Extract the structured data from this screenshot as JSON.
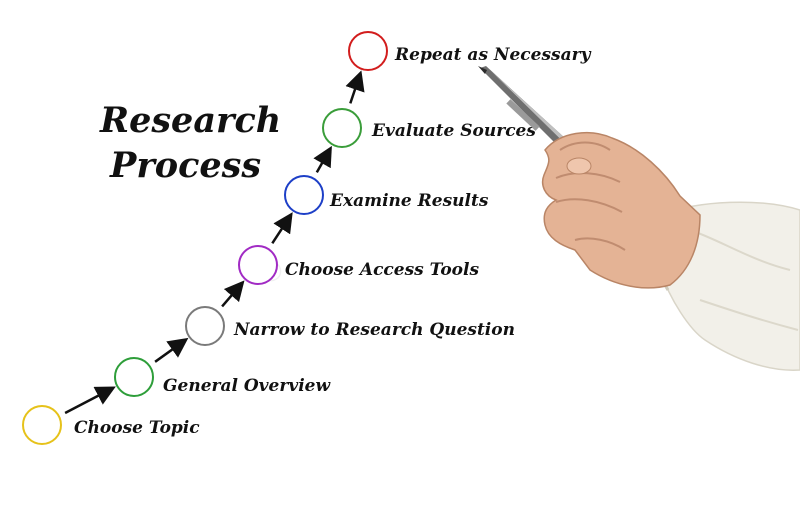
{
  "title": {
    "line1": "Research",
    "line2": "Process"
  },
  "steps": [
    {
      "label": "Choose Topic",
      "color": "#e6c21a"
    },
    {
      "label": "General Overview",
      "color": "#2e9e3a"
    },
    {
      "label": "Narrow to Research Question",
      "color": "#7a7a7a"
    },
    {
      "label": "Choose Access Tools",
      "color": "#a12bc4"
    },
    {
      "label": "Examine Results",
      "color": "#1d3fc7"
    },
    {
      "label": "Evaluate Sources",
      "color": "#3a9d3a"
    },
    {
      "label": "Repeat as Necessary",
      "color": "#d21d1d"
    }
  ],
  "colors": {
    "arrow": "#111111",
    "sleeve": "#f3f1ea",
    "skin": "#e7b79b",
    "pen": "#7c7c7c"
  }
}
